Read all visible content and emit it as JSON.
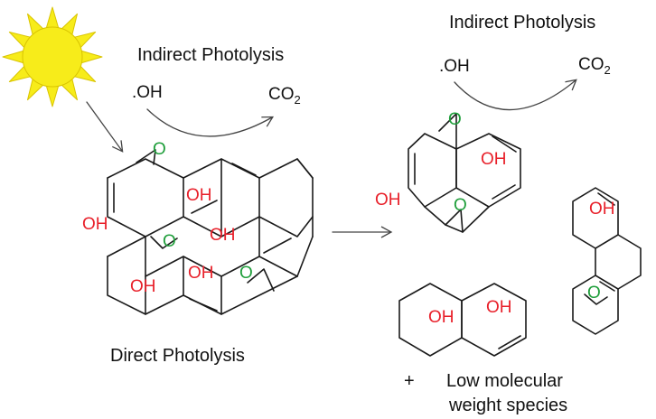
{
  "colors": {
    "sun_fill": "#f7ec1a",
    "sun_stroke": "#d9c400",
    "hydroxyl": "#e8202a",
    "oxygen": "#1e9e3a",
    "text": "#111111",
    "bond": "#1a1a1a"
  },
  "icons": {
    "sun": "sun-icon"
  },
  "labels": {
    "indirect_left": "Indirect Photolysis",
    "indirect_right": "Indirect Photolysis",
    "oh_radical_left": ".OH",
    "oh_radical_right": ".OH",
    "co2_main_left": "CO",
    "co2_sub_left": "2",
    "co2_main_right": "CO",
    "co2_sub_right": "2",
    "direct": "Direct Photolysis",
    "plus": "+",
    "low_mw_line1": "Low molecular",
    "low_mw_line2": "weight species"
  },
  "atoms": {
    "oh": "OH",
    "o": "O"
  }
}
